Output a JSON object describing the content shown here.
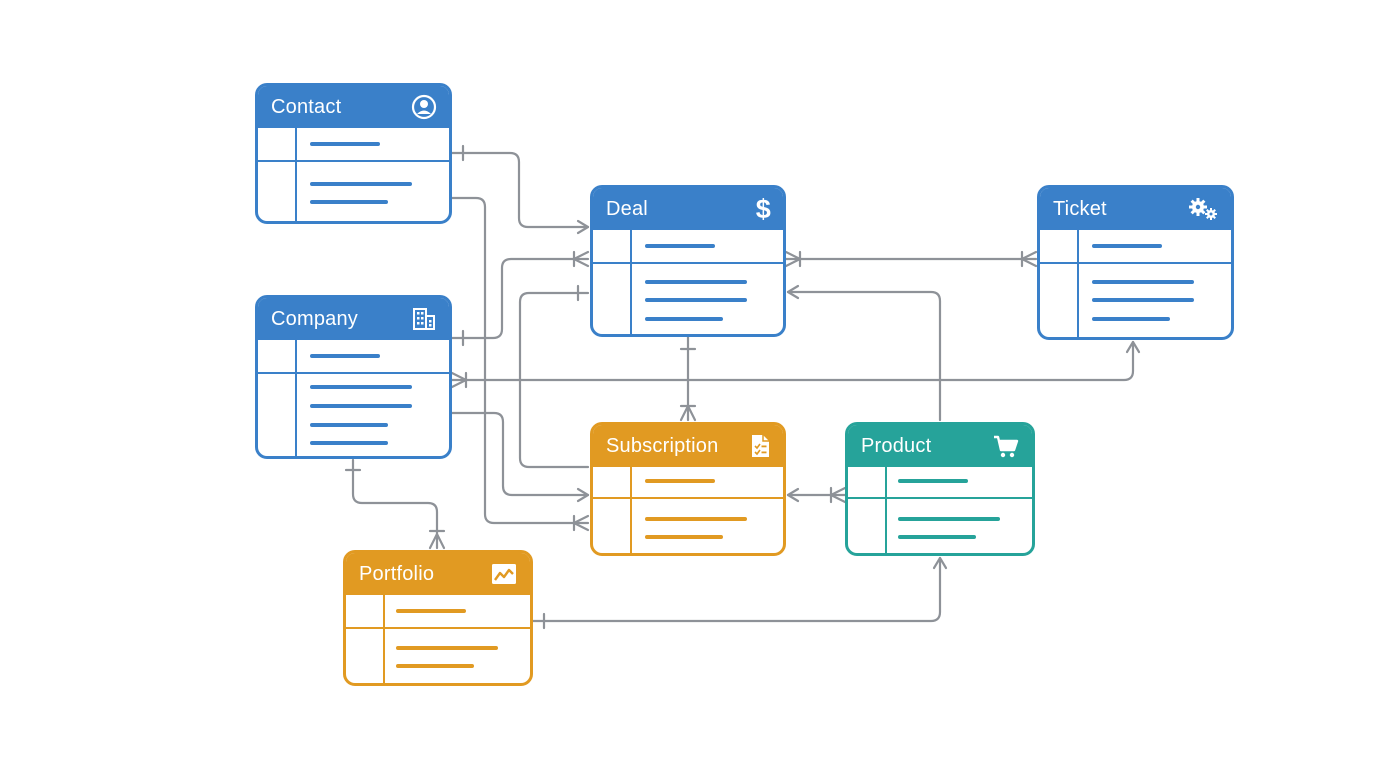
{
  "colors": {
    "blue": "#3a80c9",
    "orange": "#e19a22",
    "teal": "#26a39a",
    "connector": "#8e9298"
  },
  "entities": {
    "contact": {
      "title": "Contact",
      "icon": "user-circle-icon"
    },
    "deal": {
      "title": "Deal",
      "icon": "dollar-icon"
    },
    "ticket": {
      "title": "Ticket",
      "icon": "gears-icon"
    },
    "company": {
      "title": "Company",
      "icon": "building-icon"
    },
    "subscription": {
      "title": "Subscription",
      "icon": "document-checklist-icon"
    },
    "product": {
      "title": "Product",
      "icon": "cart-icon"
    },
    "portfolio": {
      "title": "Portfolio",
      "icon": "chart-icon"
    }
  }
}
